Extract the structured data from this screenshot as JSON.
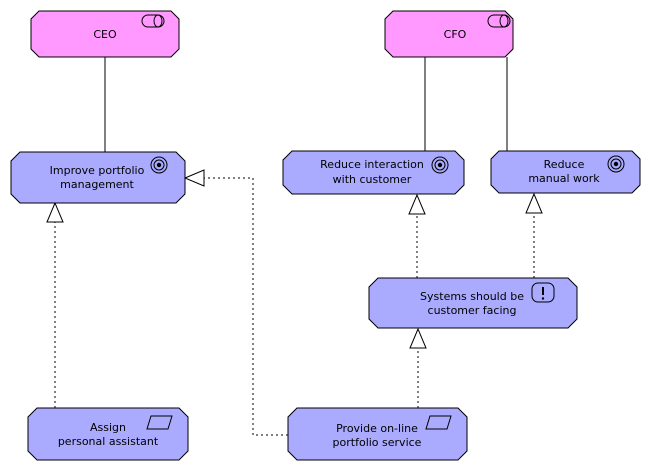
{
  "colors": {
    "stakeholder_fill": "#ff99ff",
    "element_fill": "#aaaaff",
    "stroke": "#000000",
    "background": "#ffffff"
  },
  "stakeholders": {
    "ceo": {
      "label": "CEO",
      "icon": "stakeholder-icon"
    },
    "cfo": {
      "label": "CFO",
      "icon": "stakeholder-icon"
    }
  },
  "goals": {
    "portfolio": {
      "line1": "Improve portfolio",
      "line2": "management",
      "icon": "goal-icon"
    },
    "interaction": {
      "line1": "Reduce interaction",
      "line2": "with customer",
      "icon": "goal-icon"
    },
    "manual": {
      "line1": "Reduce",
      "line2": "manual work",
      "icon": "goal-icon"
    }
  },
  "principles": {
    "systems": {
      "line1": "Systems should be",
      "line2": "customer facing",
      "icon": "principle-icon"
    }
  },
  "requirements": {
    "assistant": {
      "line1": "Assign",
      "line2": "personal assistant",
      "icon": "requirement-icon"
    },
    "online": {
      "line1": "Provide on-line",
      "line2": "portfolio service",
      "icon": "requirement-icon"
    }
  }
}
